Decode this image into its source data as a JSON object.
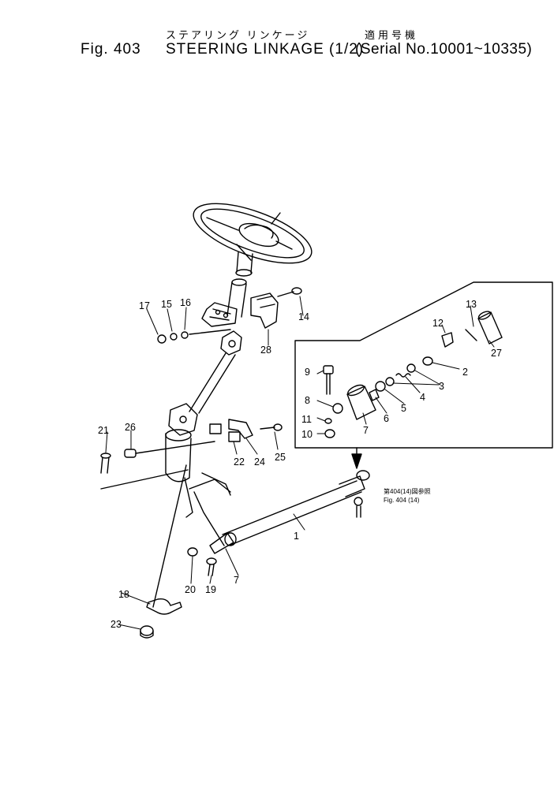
{
  "header": {
    "fig_label": "Fig. 403",
    "title_jp": "ステアリング リンケージ",
    "title_en": "STEERING LINKAGE (1/2)",
    "serial_jp": "適用号機",
    "serial_en": "(Serial No.10001~10335)"
  },
  "reference": {
    "jp": "第404(14)図参照",
    "en": "Fig. 404 (14)"
  },
  "callouts": {
    "c1": "1",
    "c2": "2",
    "c3": "3",
    "c4": "4",
    "c5": "5",
    "c6": "6",
    "c7a": "7",
    "c7b": "7",
    "c8": "8",
    "c9": "9",
    "c10": "10",
    "c11": "11",
    "c12": "12",
    "c13": "13",
    "c14": "14",
    "c15": "15",
    "c16": "16",
    "c17": "17",
    "c18": "18",
    "c19": "19",
    "c20": "20",
    "c21": "21",
    "c22": "22",
    "c23": "23",
    "c24": "24",
    "c25": "25",
    "c26": "26",
    "c27": "27",
    "c28": "28"
  }
}
